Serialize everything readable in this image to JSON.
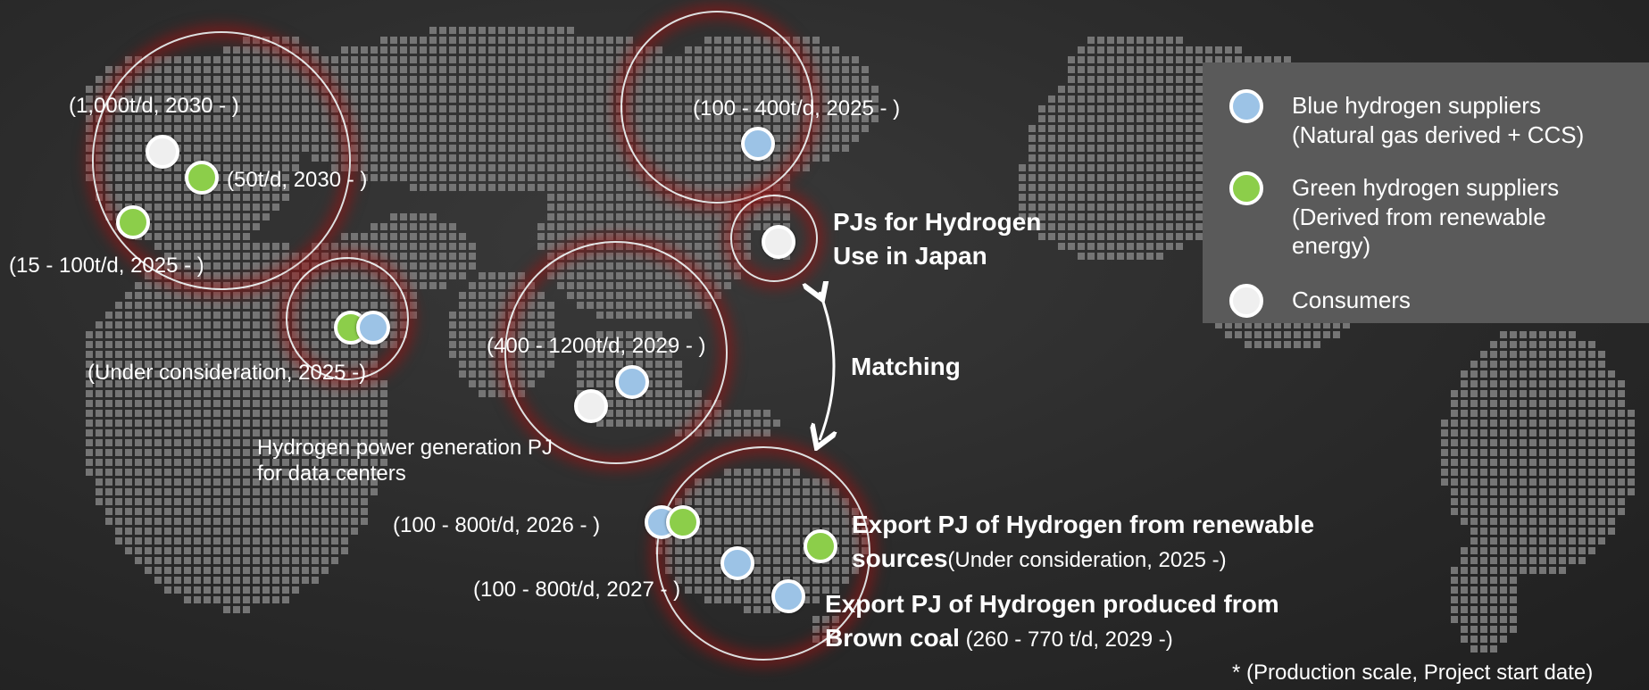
{
  "colors": {
    "blue": "#9cc3e6",
    "green": "#8cce4a",
    "consumer": "#efefef",
    "background": "#2a2a2a",
    "land_dots": "#757575",
    "ring_glow": "#961414"
  },
  "legend": {
    "blue_label": "Blue hydrogen suppliers",
    "blue_sub": "(Natural gas derived + CCS)",
    "green_label": "Green hydrogen suppliers",
    "green_sub1": "(Derived from renewable",
    "green_sub2": "energy)",
    "consumer_label": "Consumers"
  },
  "labels": {
    "eu_north": "(1,000t/d, 2030 - )",
    "eu_green": "(50t/d, 2030 - )",
    "eu_south": "(15 - 100t/d, 2025 - )",
    "middle_east": "(Under consideration, 2025 -)",
    "russia": "(100 - 400t/d, 2025 - )",
    "japan_line1": "PJs for Hydrogen",
    "japan_line2": "Use in Japan",
    "matching": "Matching",
    "se_asia": "(400 - 1200t/d, 2029 - )",
    "data_center_line1": "Hydrogen power generation PJ",
    "data_center_line2": "for data centers",
    "aus_west": "(100 - 800t/d, 2026 - )",
    "aus_center": "(100 - 800t/d, 2027 - )",
    "export_renew_line1": "Export PJ of Hydrogen from renewable",
    "export_renew_line2": "sources",
    "export_renew_note": "(Under consideration, 2025 -)",
    "export_coal_line1": "Export PJ of Hydrogen produced from",
    "export_coal_line2": "Brown coal",
    "export_coal_note": " (260 - 770 t/d, 2029 -)",
    "footnote": "* (Production scale, Project start date)"
  }
}
